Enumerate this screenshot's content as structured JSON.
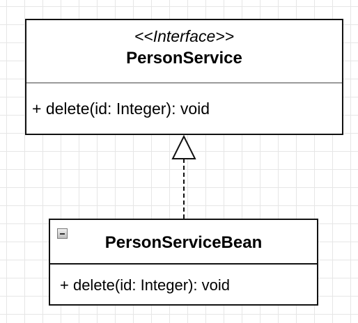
{
  "interface_class": {
    "stereotype": "<<Interface>>",
    "name": "PersonService",
    "operations": [
      "+ delete(id: Integer): void"
    ]
  },
  "impl_class": {
    "name": "PersonServiceBean",
    "operations": [
      "+ delete(id: Integer): void"
    ],
    "collapse_icon": "minus-box-icon"
  },
  "relationship": {
    "type": "realization",
    "from": "PersonServiceBean",
    "to": "PersonService"
  }
}
